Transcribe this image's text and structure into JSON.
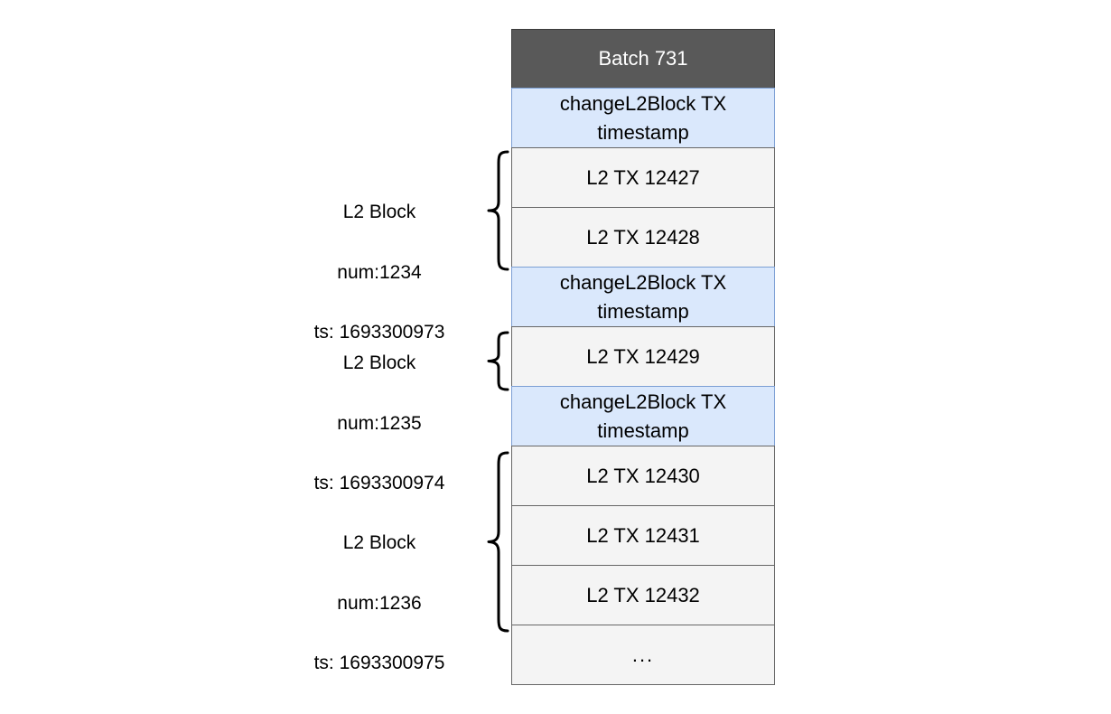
{
  "diagram": {
    "title": "Batch 731",
    "batch": {
      "header_label": "Batch 731",
      "rows": [
        {
          "type": "change",
          "text": "changeL2Block TX\ntimestamp"
        },
        {
          "type": "tx",
          "text": "L2 TX 12427"
        },
        {
          "type": "tx",
          "text": "L2 TX 12428"
        },
        {
          "type": "change",
          "text": "changeL2Block TX\ntimestamp"
        },
        {
          "type": "tx",
          "text": "L2 TX 12429"
        },
        {
          "type": "change",
          "text": "changeL2Block TX\ntimestamp"
        },
        {
          "type": "tx",
          "text": "L2 TX 12430"
        },
        {
          "type": "tx",
          "text": "L2 TX 12431"
        },
        {
          "type": "tx",
          "text": "L2 TX 12432"
        },
        {
          "type": "ellipsis",
          "text": "..."
        }
      ]
    },
    "blocks": [
      {
        "title": "L2 Block",
        "num_line": "num:1234",
        "ts_line": "ts: 1693300973",
        "full_label": "L2 Block\nnum:1234\nts: 1693300973"
      },
      {
        "title": "L2 Block",
        "num_line": "num:1235",
        "ts_line": "ts: 1693300974",
        "full_label": "L2 Block\nnum:1235\nts: 1693300974"
      },
      {
        "title": "L2 Block",
        "num_line": "num:1236",
        "ts_line": "ts: 1693300975",
        "full_label": "L2 Block\nnum:1236\nts: 1693300975"
      }
    ],
    "colors": {
      "header_bg": "#595959",
      "header_text": "#ffffff",
      "change_bg": "#dae8fc",
      "change_border": "#7c9fd4",
      "tx_bg": "#f4f4f4",
      "tx_border": "#666666",
      "page_bg": "#ffffff",
      "text": "#000000"
    }
  }
}
